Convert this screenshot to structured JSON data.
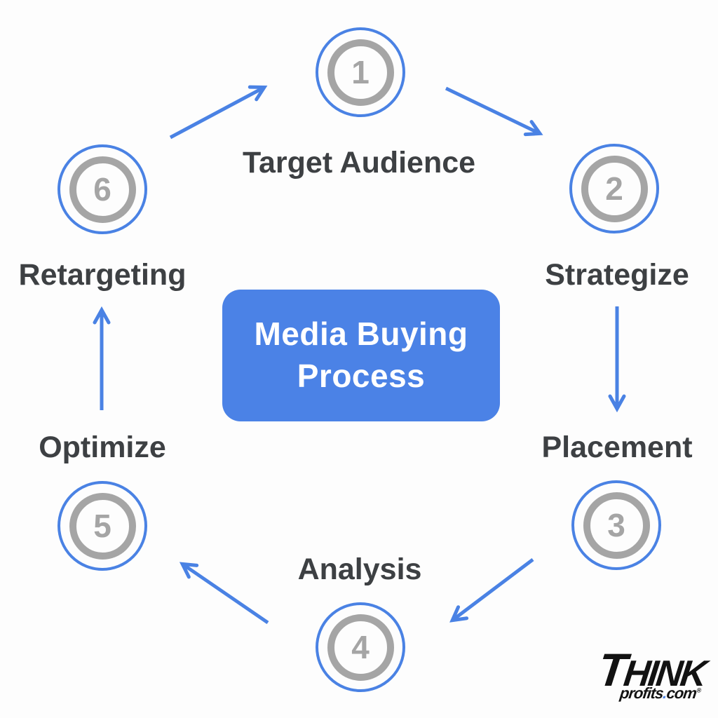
{
  "diagram": {
    "title_line1": "Media Buying",
    "title_line2": "Process"
  },
  "steps": [
    {
      "number": "1",
      "label": "Target Audience"
    },
    {
      "number": "2",
      "label": "Strategize"
    },
    {
      "number": "3",
      "label": "Placement"
    },
    {
      "number": "4",
      "label": "Analysis"
    },
    {
      "number": "5",
      "label": "Optimize"
    },
    {
      "number": "6",
      "label": "Retargeting"
    }
  ],
  "logo": {
    "t": "T",
    "hink": "HINK",
    "profits": "profits",
    "dot": ".",
    "com": "com",
    "registered": "®"
  },
  "colors": {
    "accent_blue": "#4a82e4",
    "circle_gray": "#a5a5a5",
    "label_text": "#3d4043",
    "box_blue": "#4b82e6",
    "background": "#fdfdfd",
    "logo_black": "#121212"
  }
}
